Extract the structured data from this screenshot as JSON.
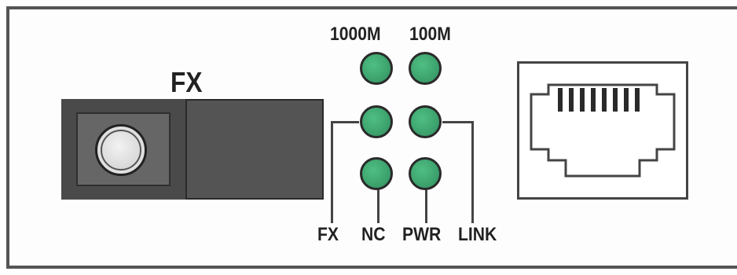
{
  "title": "FX",
  "speed_labels": {
    "gigabit": "1000M",
    "fast": "100M"
  },
  "indicator_labels": {
    "fx": "FX",
    "nc": "NC",
    "pwr": "PWR",
    "link": "LINK"
  },
  "colors": {
    "led": "#3a9e6a",
    "device": "#545454",
    "outline": "#2a2a2a"
  },
  "icons": {
    "fiber_port": "fiber-sc-port-icon",
    "ethernet_port": "rj45-port-icon"
  }
}
